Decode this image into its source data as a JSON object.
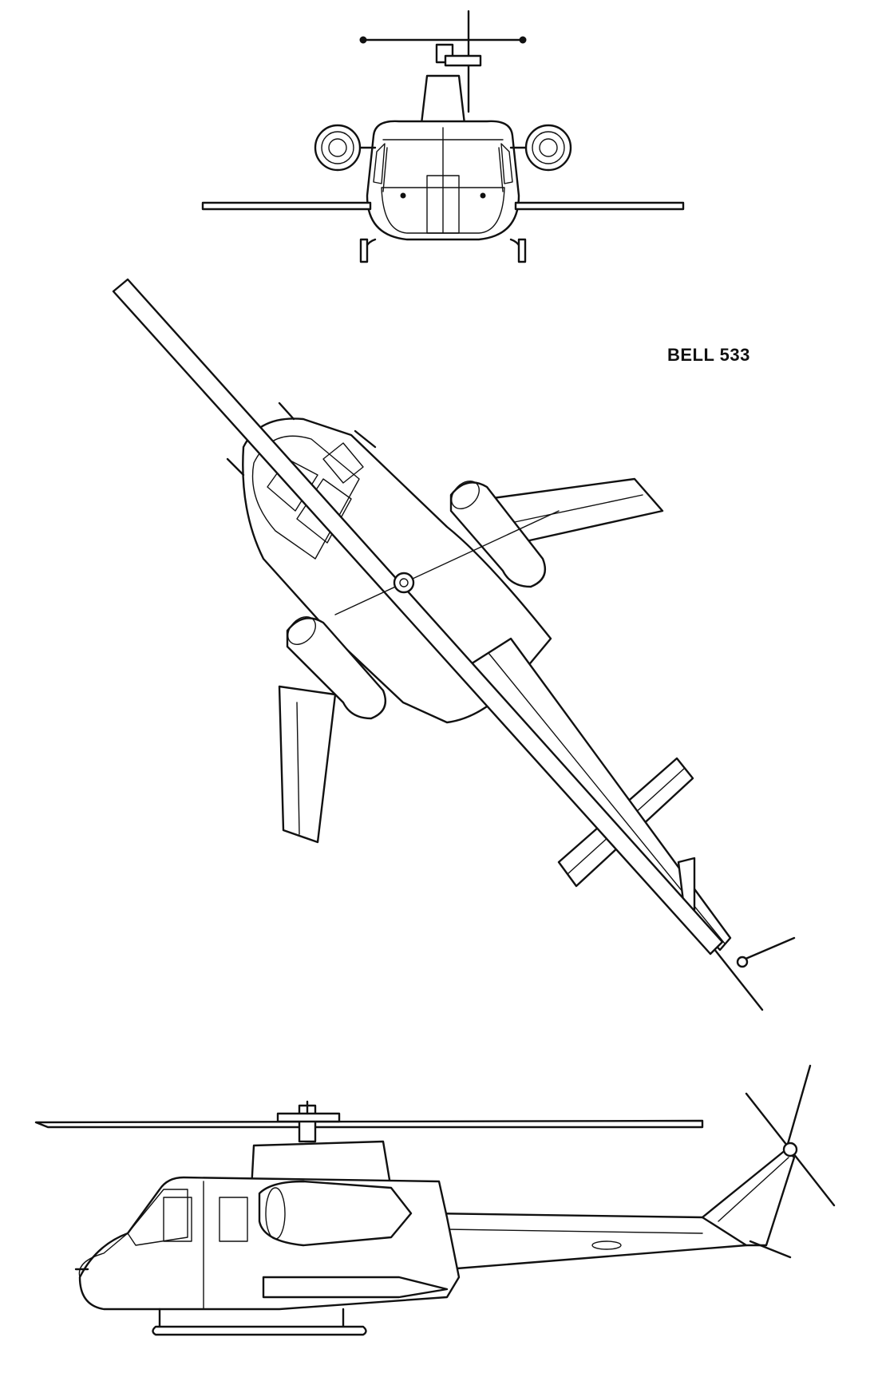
{
  "drawing": {
    "title": "BELL 533",
    "views": [
      "front-view",
      "plan-view",
      "side-view"
    ]
  },
  "colors": {
    "line": "#111111",
    "background": "#ffffff"
  }
}
